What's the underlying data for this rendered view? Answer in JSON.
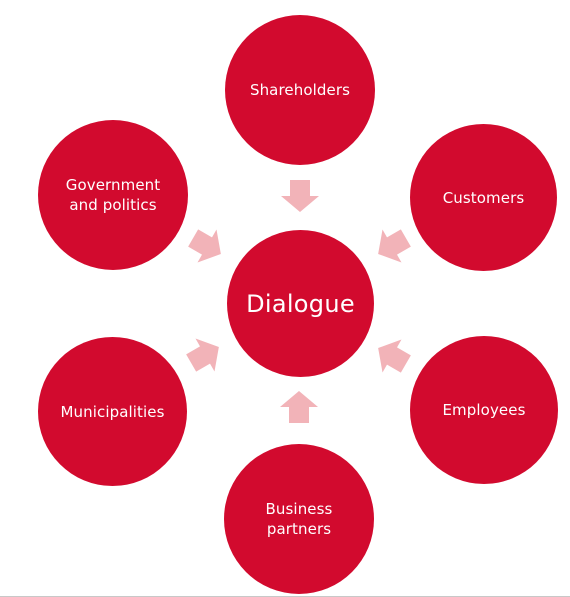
{
  "colors": {
    "node_fill": "#d20a2e",
    "arrow_fill": "#f2b3b8",
    "text": "#ffffff",
    "rule": "#c8c8c8"
  },
  "center": {
    "label": "Dialogue"
  },
  "stakeholders": [
    {
      "id": "shareholders",
      "label": "Shareholders"
    },
    {
      "id": "customers",
      "label": "Customers"
    },
    {
      "id": "employees",
      "label": "Employees"
    },
    {
      "id": "business-partners",
      "label": "Business\npartners"
    },
    {
      "id": "municipalities",
      "label": "Municipalities"
    },
    {
      "id": "government",
      "label": "Government\nand politics"
    }
  ],
  "arrows": {
    "direction": "inward"
  }
}
